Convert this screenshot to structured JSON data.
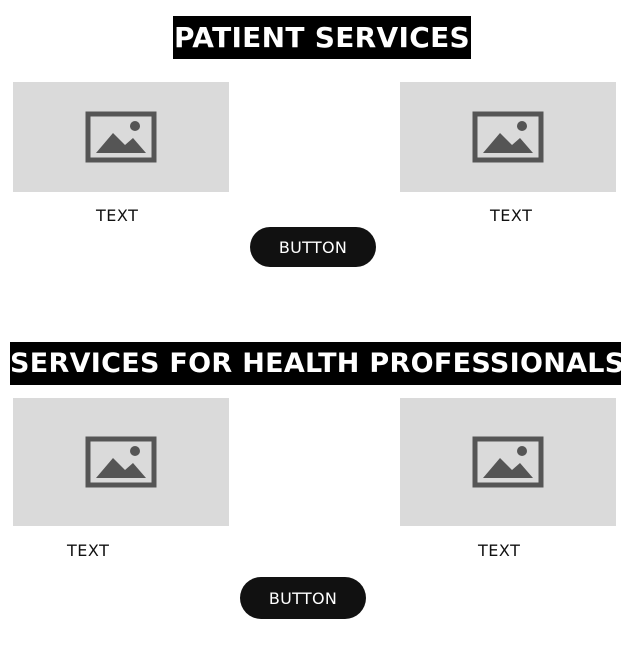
{
  "sections": [
    {
      "title": "PATIENT SERVICES",
      "items": [
        {
          "image_icon": "image-placeholder-icon",
          "label": "TEXT"
        },
        {
          "image_icon": "image-placeholder-icon",
          "label": "TEXT"
        }
      ],
      "button_label": "BUTTON"
    },
    {
      "title": "SERVICES FOR HEALTH PROFESSIONALS",
      "items": [
        {
          "image_icon": "image-placeholder-icon",
          "label": "TEXT"
        },
        {
          "image_icon": "image-placeholder-icon",
          "label": "TEXT"
        }
      ],
      "button_label": "BUTTON"
    }
  ],
  "colors": {
    "title_bg": "#000000",
    "title_text": "#ffffff",
    "placeholder_bg": "#dadada",
    "placeholder_icon": "#555555",
    "button_bg": "#111111",
    "button_text": "#ffffff"
  }
}
